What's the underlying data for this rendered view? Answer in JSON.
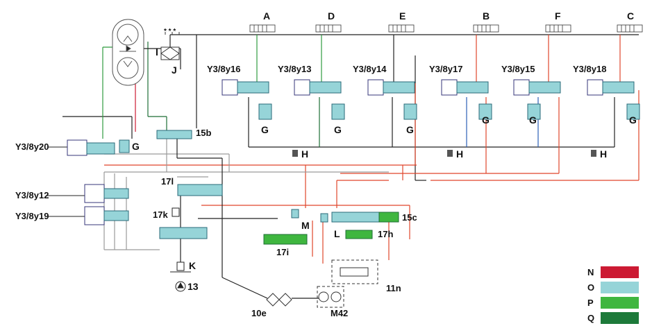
{
  "ports": {
    "a": "A",
    "d": "D",
    "e": "E",
    "b": "B",
    "f": "F",
    "c": "C"
  },
  "valves": {
    "y16": "Y3/8y16",
    "y13": "Y3/8y13",
    "y14": "Y3/8y14",
    "y17": "Y3/8y17",
    "y15": "Y3/8y15",
    "y18": "Y3/8y18",
    "y20": "Y3/8y20",
    "y12": "Y3/8y12",
    "y19": "Y3/8y19"
  },
  "labels": {
    "g": "G",
    "h": "H",
    "i": "I",
    "j": "J",
    "k": "K",
    "l": "L",
    "m": "M",
    "n15b": "15b",
    "n15c": "15c",
    "n17l": "17l",
    "n17k": "17k",
    "n17i": "17i",
    "n17h": "17h",
    "n13": "13",
    "n11n": "11n",
    "n10e": "10e",
    "m42": "M42"
  },
  "legend": [
    {
      "key": "N",
      "color": "#cc1a33"
    },
    {
      "key": "O",
      "color": "#96d4d8"
    },
    {
      "key": "P",
      "color": "#3fb63f"
    },
    {
      "key": "Q",
      "color": "#1d7a3a"
    }
  ],
  "colors": {
    "red": "#e0452a",
    "grey": "#9a9a9a",
    "black": "#222222",
    "green": "#2f9b3f",
    "dkgreen": "#1d6e35",
    "blue": "#2a5fb5",
    "cyan": "#74c6d1"
  }
}
